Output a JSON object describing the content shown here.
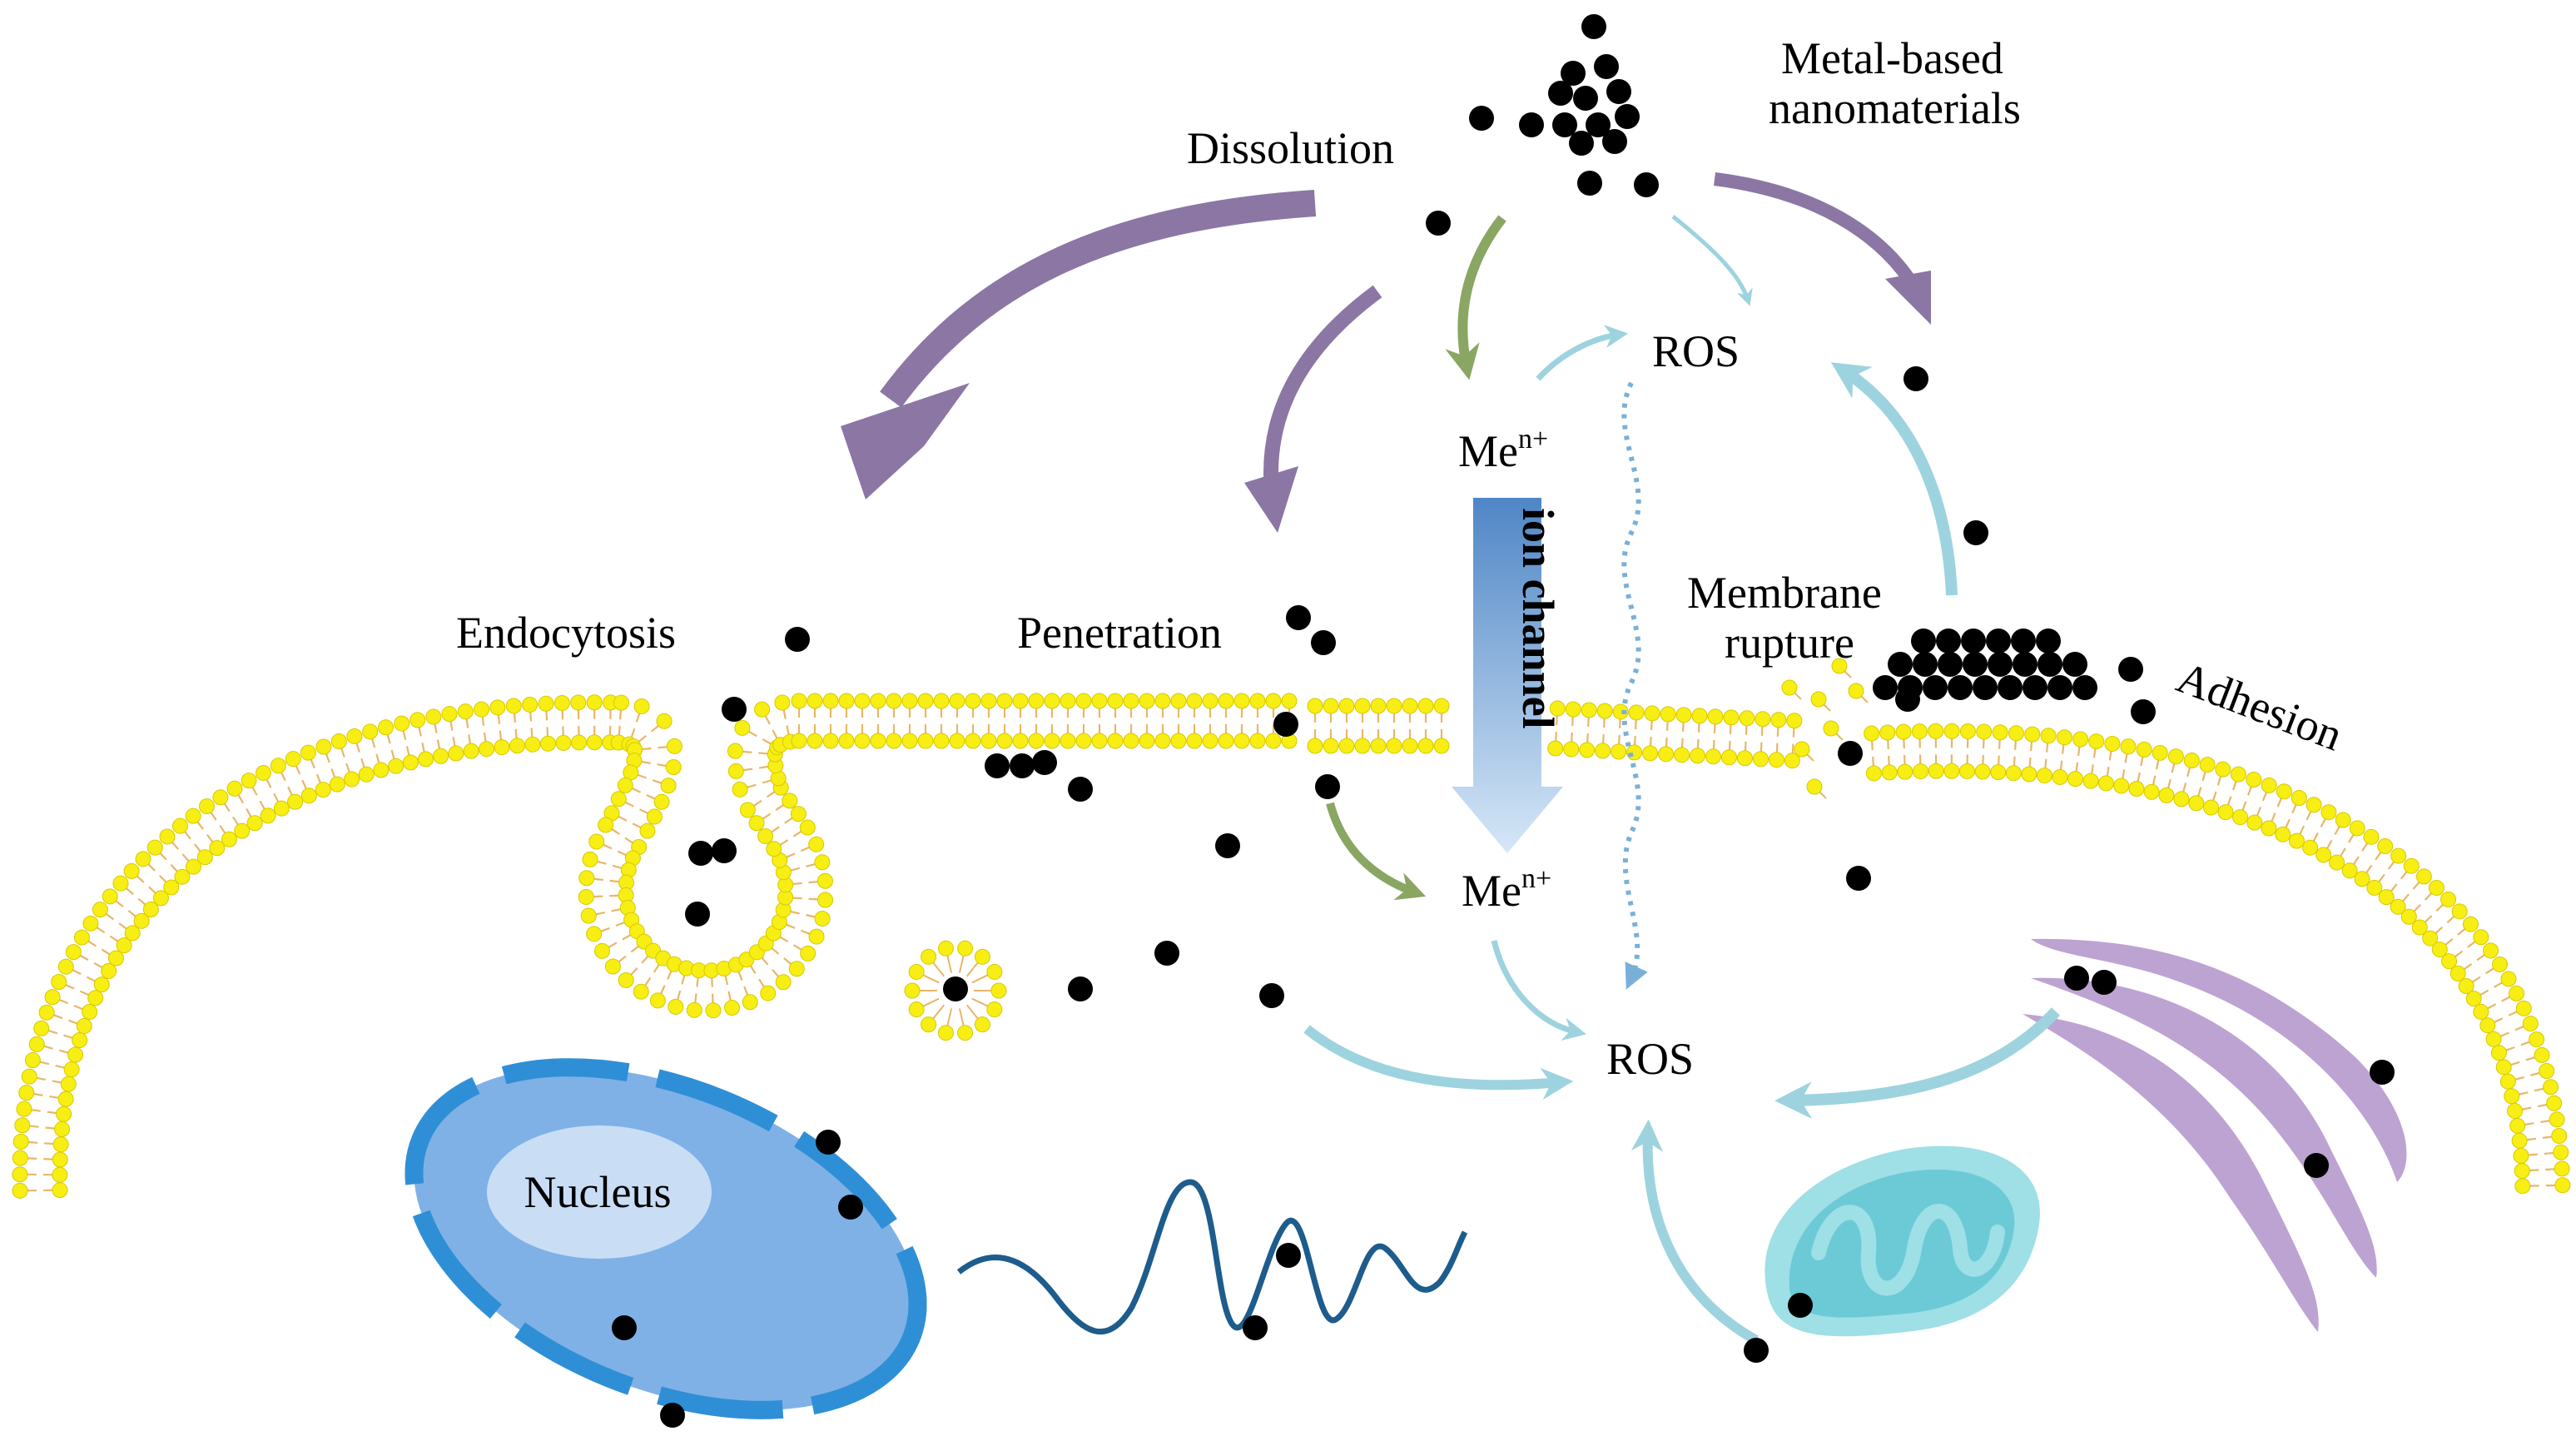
{
  "labels": {
    "metal_line1": "Metal-based",
    "metal_line2": "nanomaterials",
    "dissolution": "Dissolution",
    "ros_top": "ROS",
    "me_top": "Me",
    "me_top_sup": "n+",
    "ion_channel": "ion channel",
    "membrane_line1": "Membrane",
    "membrane_line2": "rupture",
    "adhesion": "Adhesion",
    "endocytosis": "Endocytosis",
    "penetration": "Penetration",
    "me_bottom": "Me",
    "me_bottom_sup": "n+",
    "ros_bottom": "ROS",
    "nucleus": "Nucleus"
  },
  "colors": {
    "lipid_head": "#f7ee14",
    "lipid_head_stroke": "#d9c800",
    "lipid_tail": "#e8b66a",
    "purple_arrow": "#8b76a4",
    "green_arrow": "#8aa663",
    "cyan_arrow": "#9dd3de",
    "ion_channel_top": "#4f86c6",
    "ion_channel_bottom": "#cfe2f4",
    "nucleus_fill": "#7fb1e6",
    "nucleus_ring": "#2f8fd6",
    "nucleolus": "#c9def5",
    "mito_outer": "#9fdfe6",
    "mito_inner": "#6ccad7",
    "golgi": "#bda3d2",
    "dna": "#1d5c8c",
    "particle": "#000000"
  }
}
